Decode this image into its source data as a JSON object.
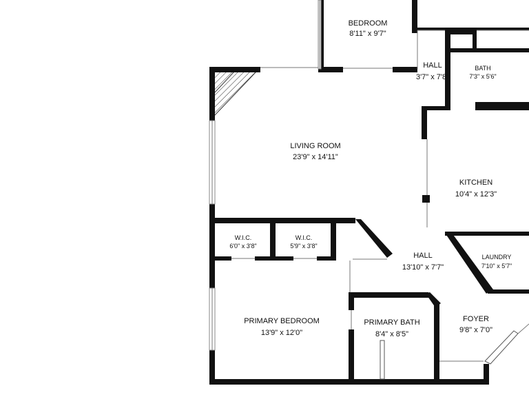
{
  "rooms": {
    "bedroom": {
      "name": "BEDROOM",
      "dims": "8'11\" x 9'7\""
    },
    "hall_upper": {
      "name": "HALL",
      "dims": "3'7\" x 7'8\""
    },
    "bath": {
      "name": "BATH",
      "dims": "7'3\" x 5'6\""
    },
    "living_room": {
      "name": "LIVING ROOM",
      "dims": "23'9\" x 14'11\""
    },
    "kitchen": {
      "name": "KITCHEN",
      "dims": "10'4\" x 12'3\""
    },
    "wic_1": {
      "name": "W.I.C.",
      "dims": "6'0\" x 3'8\""
    },
    "wic_2": {
      "name": "W.I.C.",
      "dims": "5'9\" x 3'8\""
    },
    "laundry": {
      "name": "LAUNDRY",
      "dims": "7'10\" x 5'7\""
    },
    "hall_main": {
      "name": "HALL",
      "dims": "13'10\" x 7'7\""
    },
    "primary_bedroom": {
      "name": "PRIMARY BEDROOM",
      "dims": "13'9\" x 12'0\""
    },
    "primary_bath": {
      "name": "PRIMARY BATH",
      "dims": "8'4\" x 8'5\""
    },
    "foyer": {
      "name": "FOYER",
      "dims": "9'8\" x 7'0\""
    }
  }
}
